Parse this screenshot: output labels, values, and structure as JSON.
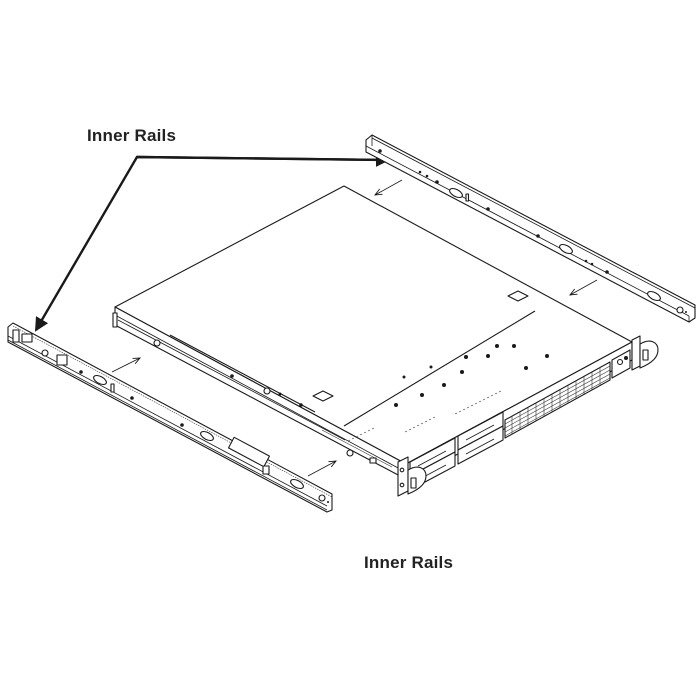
{
  "diagram": {
    "title": "Inner Rails installation",
    "labels": {
      "top": "Inner Rails",
      "bottom": "Inner Rails"
    },
    "components": [
      {
        "id": "chassis",
        "name": "1U server chassis"
      },
      {
        "id": "rail-left",
        "name": "Left inner rail"
      },
      {
        "id": "rail-right",
        "name": "Right inner rail"
      }
    ],
    "callout_arrows": [
      {
        "from": "top-label",
        "to": "rail-right"
      },
      {
        "from": "top-label",
        "to": "rail-left"
      }
    ],
    "direction_arrows": 4,
    "colors": {
      "line": "#1a1a1a",
      "background": "#ffffff",
      "text": "#222222"
    }
  }
}
